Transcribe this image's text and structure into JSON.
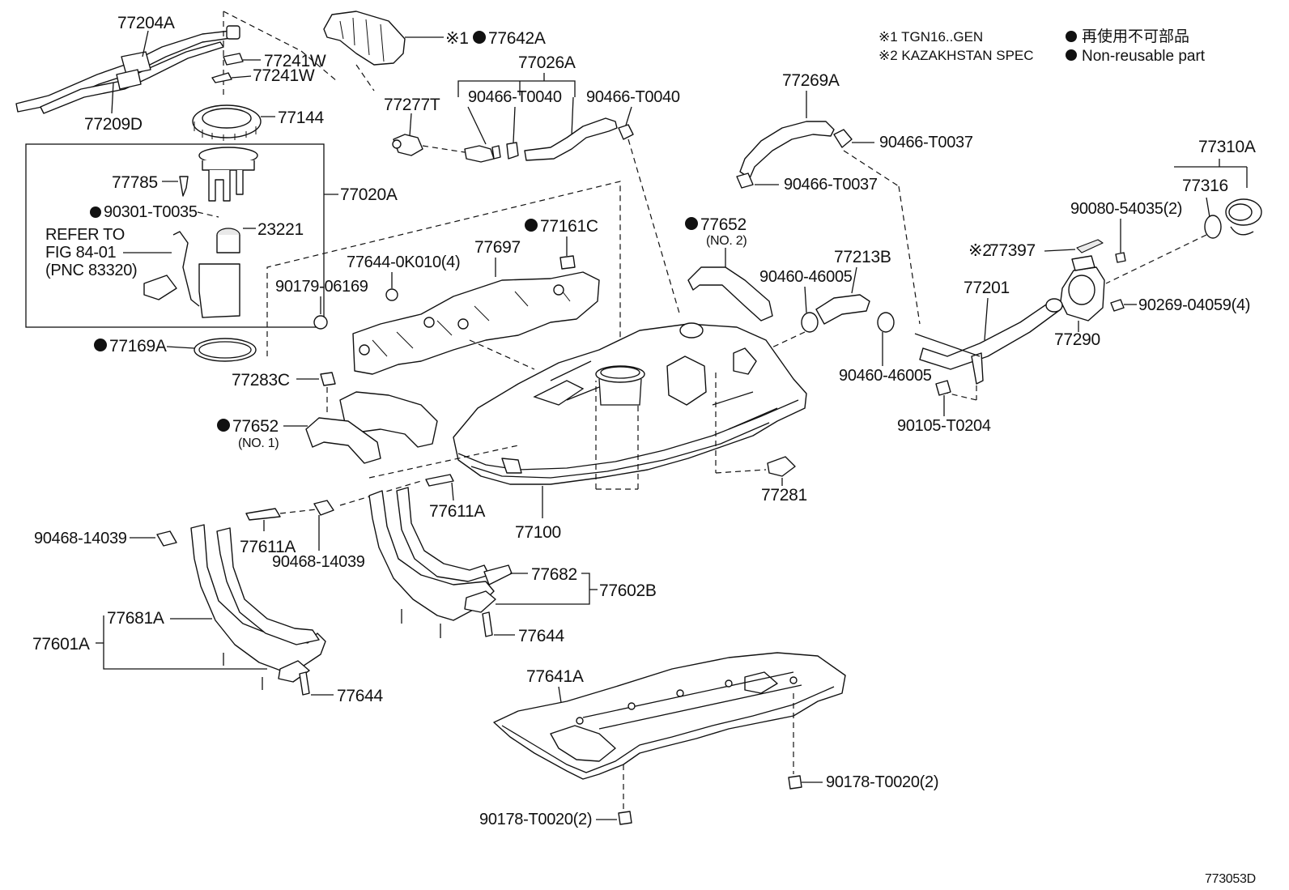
{
  "legend": {
    "note1": "※1 TGN16..GEN",
    "note2": "※2 KAZAKHSTAN SPEC",
    "nonreuse_jp": "再使用不可部品",
    "nonreuse_en": "Non-reusable part"
  },
  "drawing_number": "773053D",
  "refer": {
    "line1": "REFER TO",
    "line2": "FIG 84-01",
    "line3": "(PNC 83320)"
  },
  "labels": {
    "l77204A": "77204A",
    "l77241W_1": "77241W",
    "l77241W_2": "77241W",
    "l77209D": "77209D",
    "l77144": "77144",
    "l77020A": "77020A",
    "l77785": "77785",
    "l90301": "90301-T0035",
    "l23221": "23221",
    "l77169A": "77169A",
    "l77642A": "77642A",
    "l77642A_prefix": "※1",
    "l77026A": "77026A",
    "l77277T": "77277T",
    "l90466_T0040_a": "90466-T0040",
    "l90466_T0040_b": "90466-T0040",
    "l77269A": "77269A",
    "l90466_T0037_a": "90466-T0037",
    "l90466_T0037_b": "90466-T0037",
    "l77310A": "77310A",
    "l77316": "77316",
    "l90080": "90080-54035(2)",
    "l77397": "77397",
    "l77397_prefix": "※2",
    "l90269": "90269-04059(4)",
    "l77290": "77290",
    "l77201": "77201",
    "l77213B": "77213B",
    "l90460_a": "90460-46005",
    "l90460_b": "90460-46005",
    "l90105": "90105-T0204",
    "l77652_2": "77652",
    "l77652_2_sub": "(NO. 2)",
    "l77161C": "77161C",
    "l77697": "77697",
    "l77644_0K010": "77644-0K010(4)",
    "l90179": "90179-06169",
    "l77283C": "77283C",
    "l77652_1": "77652",
    "l77652_1_sub": "(NO. 1)",
    "l77611A_a": "77611A",
    "l77611A_b": "77611A",
    "l77100": "77100",
    "l77281": "77281",
    "l90468_a": "90468-14039",
    "l90468_b": "90468-14039",
    "l77682": "77682",
    "l77602B": "77602B",
    "l77644_a": "77644",
    "l77644_b": "77644",
    "l77681A": "77681A",
    "l77601A": "77601A",
    "l77641A": "77641A",
    "l90178_a": "90178-T0020(2)",
    "l90178_b": "90178-T0020(2)"
  }
}
